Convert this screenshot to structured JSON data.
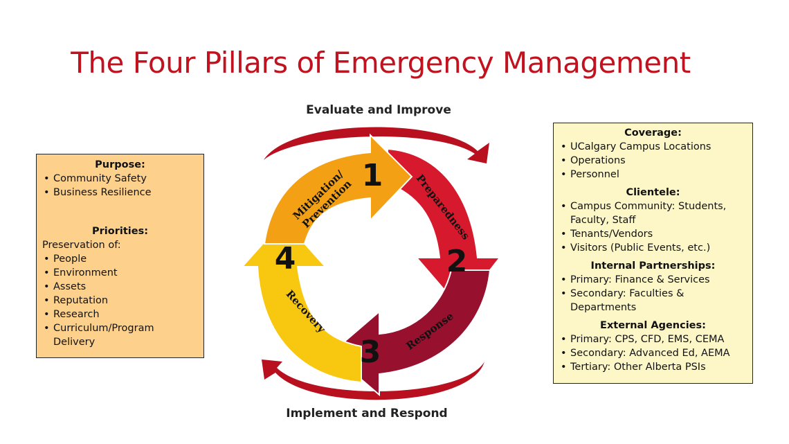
{
  "title": "The Four Pillars of Emergency Management",
  "cycle": {
    "top_label": "Evaluate and Improve",
    "bottom_label": "Implement and Respond",
    "segments": [
      {
        "number": "1",
        "label_line1": "Mitigation/",
        "label_line2": "Prevention",
        "color": "#f3a015"
      },
      {
        "number": "2",
        "label": "Preparedness",
        "color": "#d7192d"
      },
      {
        "number": "3",
        "label": "Response",
        "color": "#97102d"
      },
      {
        "number": "4",
        "label": "Recovery",
        "color": "#f8c810"
      }
    ],
    "arc_arrow_color": "#b8101f"
  },
  "left_box": {
    "purpose_heading": "Purpose:",
    "purpose_items": [
      "Community Safety",
      "Business Resilience"
    ],
    "priorities_heading": "Priorities:",
    "priorities_intro": "Preservation of:",
    "priorities_items": [
      "People",
      "Environment",
      "Assets",
      "Reputation",
      "Research",
      "Curriculum/Program Delivery"
    ],
    "background": "#fdd18b"
  },
  "right_box": {
    "coverage_heading": "Coverage:",
    "coverage_items": [
      "UCalgary Campus Locations",
      "Operations",
      "Personnel"
    ],
    "clientele_heading": "Clientele:",
    "clientele_items": [
      "Campus Community: Students, Faculty, Staff",
      "Tenants/Vendors",
      "Visitors (Public Events, etc.)"
    ],
    "partnerships_heading": "Internal Partnerships:",
    "partnerships_items": [
      "Primary: Finance & Services",
      "Secondary: Faculties & Departments"
    ],
    "agencies_heading": "External Agencies:",
    "agencies_items": [
      "Primary: CPS, CFD, EMS, CEMA",
      "Secondary: Advanced Ed, AEMA",
      "Tertiary: Other Alberta PSIs"
    ],
    "background": "#fdf7c8"
  }
}
